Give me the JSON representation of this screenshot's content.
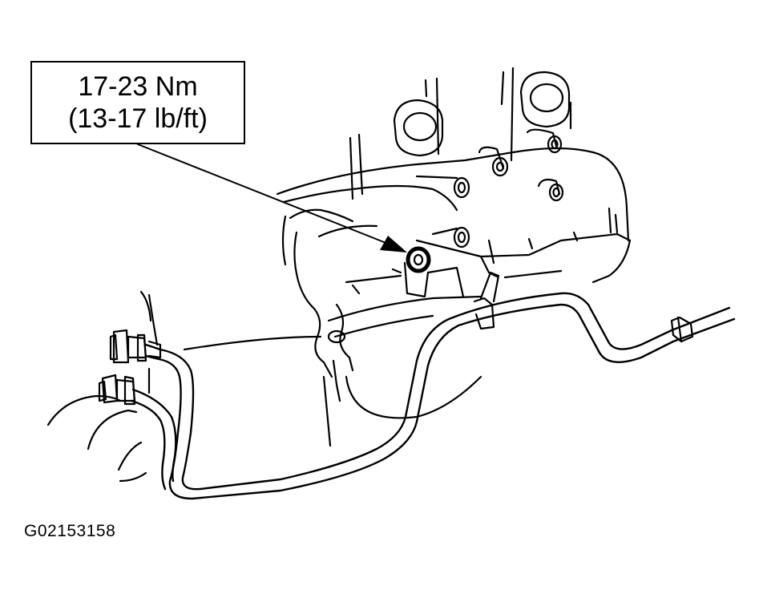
{
  "callout": {
    "line1": "17-23 Nm",
    "line2": "(13-17 lb/ft)"
  },
  "figure_code": "G02153158"
}
